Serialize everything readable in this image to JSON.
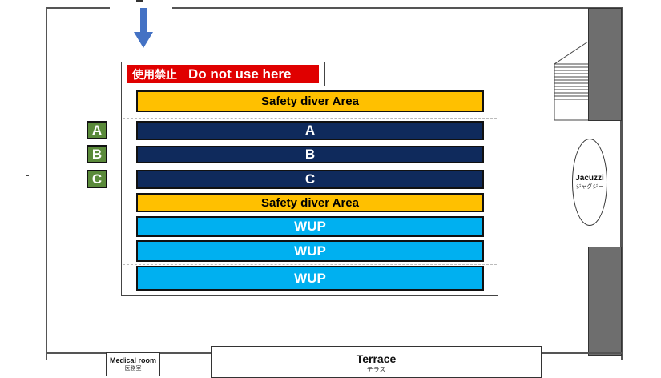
{
  "no_use_banner": {
    "jp": "使用禁止",
    "en": "Do not use here"
  },
  "lanes": [
    {
      "label": "Safety diver Area",
      "kind": "safety"
    },
    {
      "label": "A",
      "kind": "comp"
    },
    {
      "label": "B",
      "kind": "comp"
    },
    {
      "label": "C",
      "kind": "comp"
    },
    {
      "label": "Safety diver Area",
      "kind": "safety"
    },
    {
      "label": "WUP",
      "kind": "wup"
    },
    {
      "label": "WUP",
      "kind": "wup"
    },
    {
      "label": "WUP",
      "kind": "wup"
    }
  ],
  "side_markers": [
    "A",
    "B",
    "C"
  ],
  "jacuzzi": {
    "en": "Jacuzzi",
    "jp": "ジャグジー"
  },
  "medical_room": {
    "en": "Medical room",
    "jp": "医務室"
  },
  "terrace": {
    "en": "Terrace",
    "jp": "テラス"
  },
  "colors": {
    "safety": "#ffc000",
    "comp_lane": "#0f2a5c",
    "wup_lane": "#00b0f0",
    "marker": "#5a8a3a",
    "banner": "#e00000",
    "arrow": "#4472c4"
  }
}
